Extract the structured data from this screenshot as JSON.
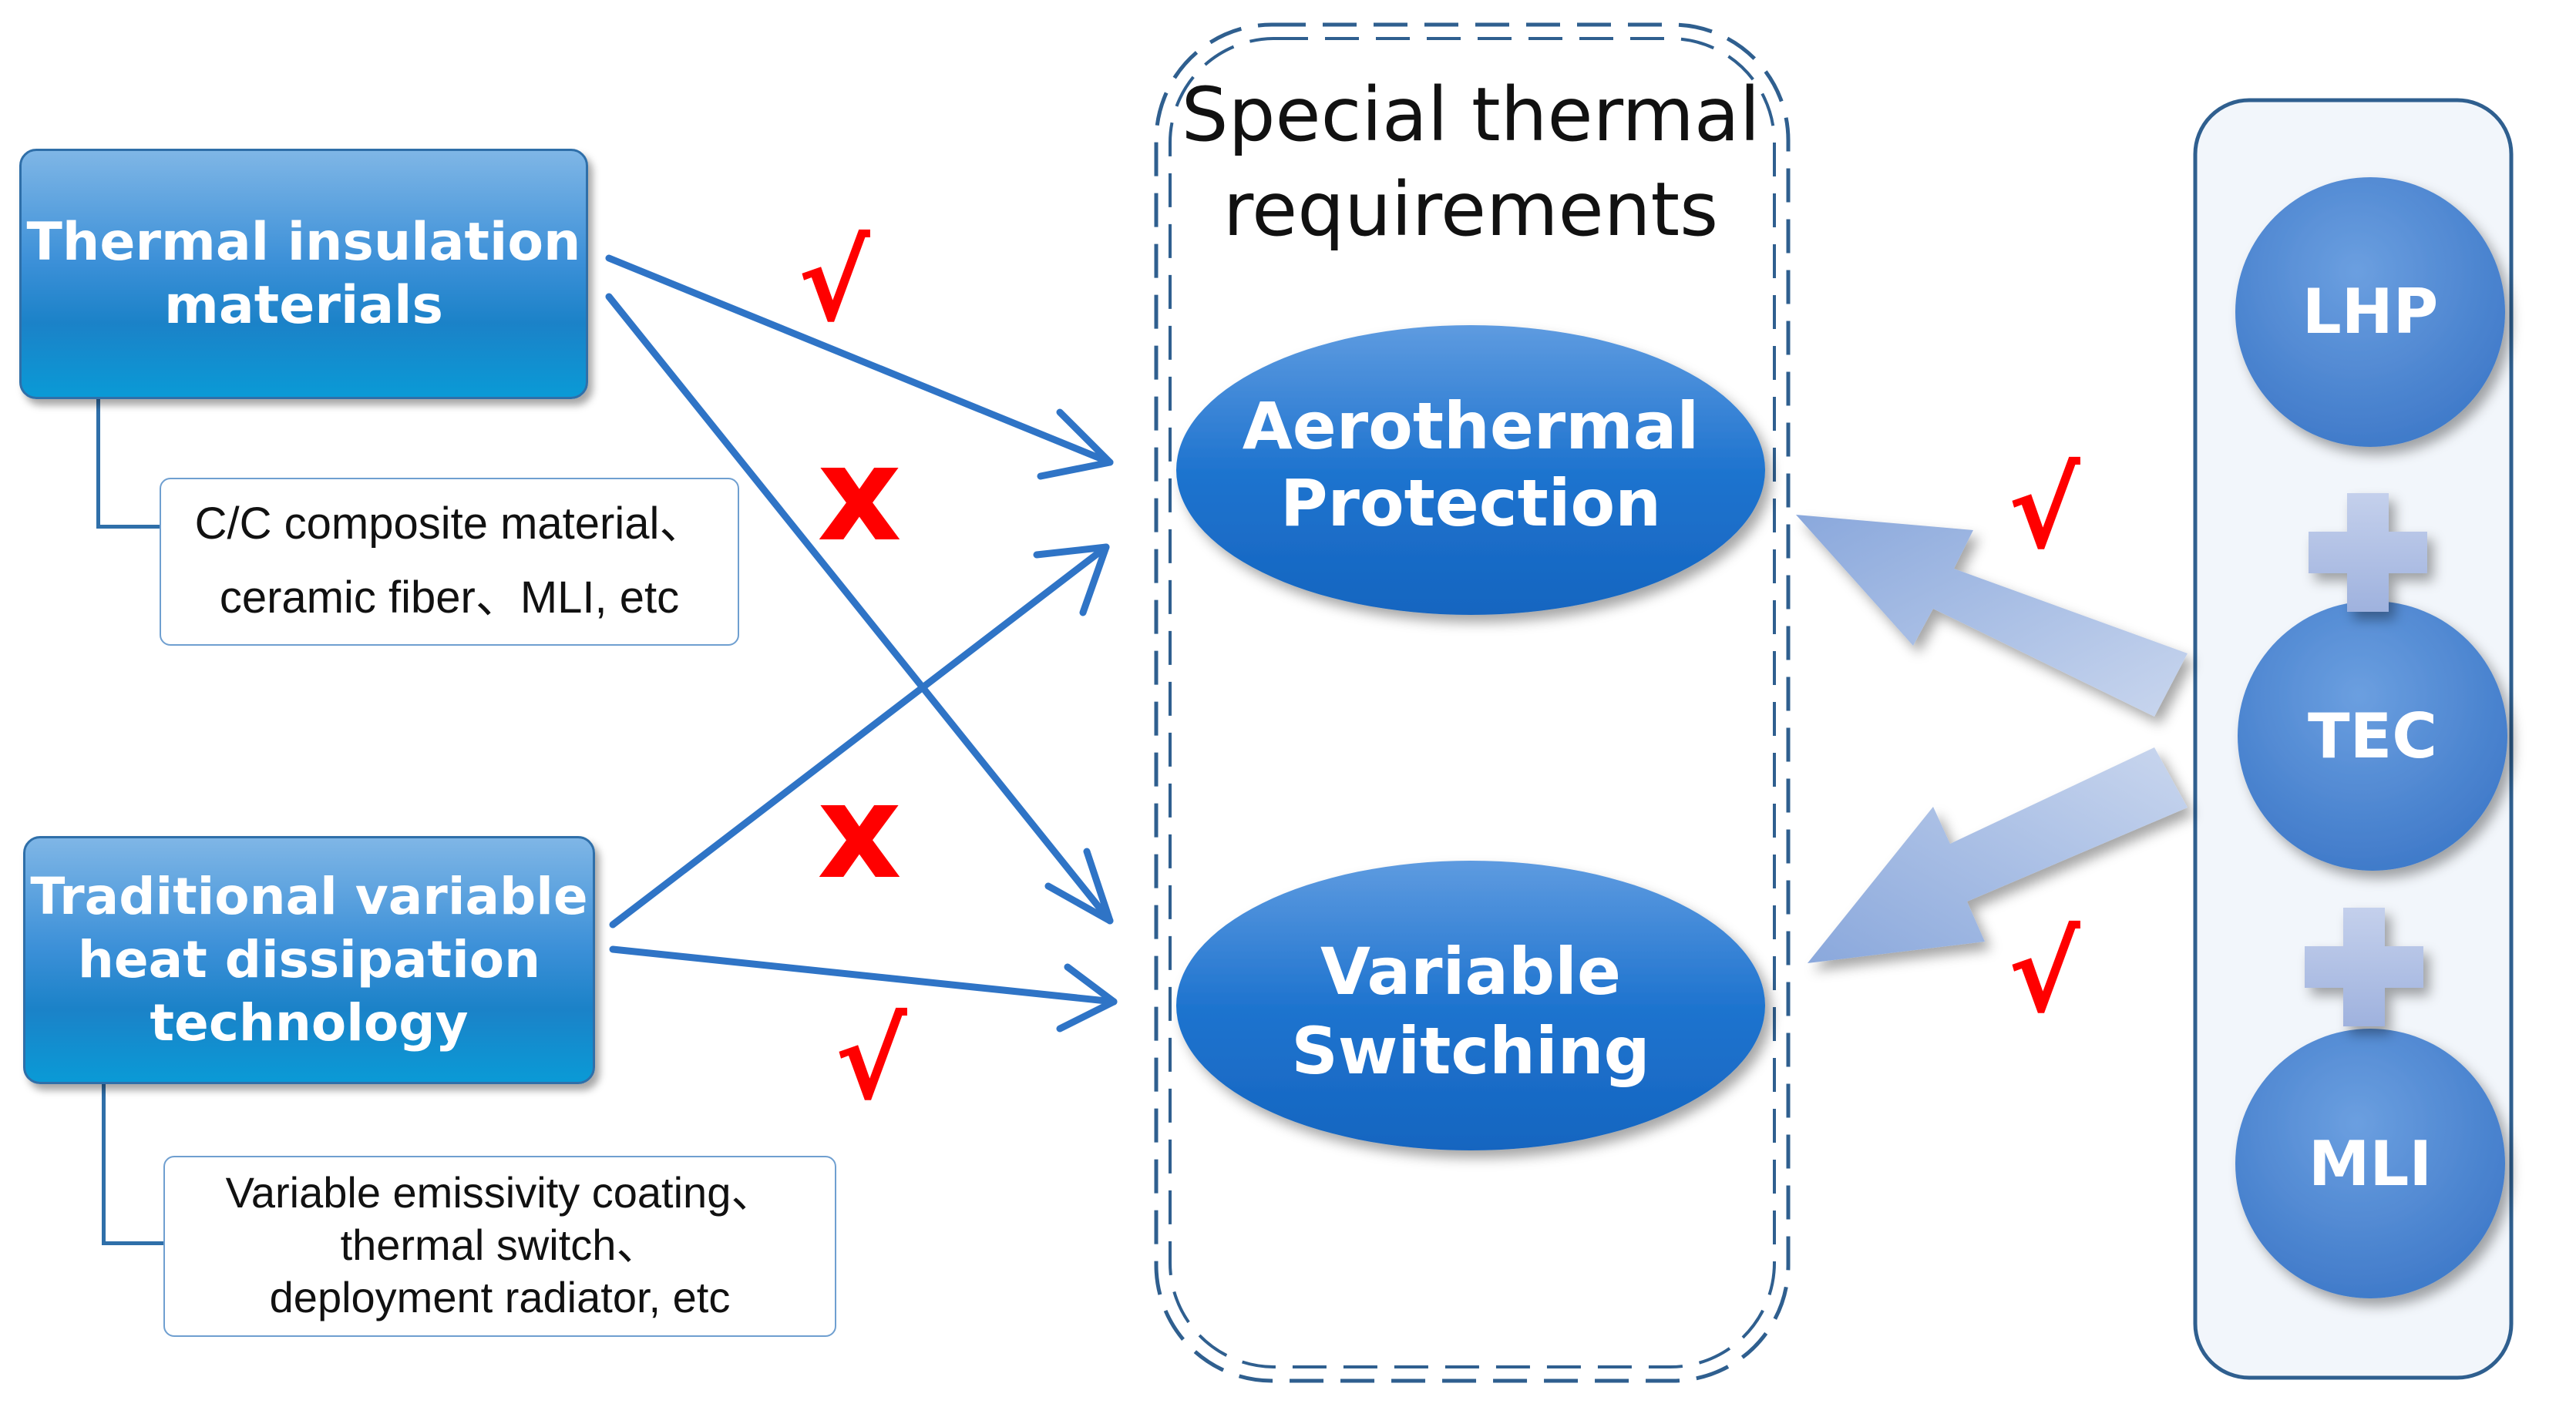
{
  "left_top": {
    "box_lines": [
      "Thermal insulation",
      "materials"
    ],
    "note_lines": [
      "C/C composite material、",
      "ceramic fiber、MLI, etc"
    ]
  },
  "left_bottom": {
    "box_lines": [
      "Traditional variable",
      "heat dissipation",
      "technology"
    ],
    "note_lines": [
      "Variable emissivity coating、",
      "thermal switch、",
      "deployment radiator, etc"
    ]
  },
  "center": {
    "title_lines": [
      "Special thermal",
      "requirements"
    ],
    "ellipse_top_lines": [
      "Aerothermal",
      "Protection"
    ],
    "ellipse_bottom_lines": [
      "Variable",
      "Switching"
    ]
  },
  "right": {
    "circles": [
      "LHP",
      "TEC",
      "MLI"
    ],
    "plus": "+"
  },
  "marks": {
    "check": "√",
    "cross": "x"
  },
  "colors": {
    "arrow_blue": "#2f74c6",
    "mark_red": "#ff0000",
    "box_blue": "#1b82c8",
    "circle_blue": "#4a84d2",
    "wide_arrow": "#a4b8e0"
  }
}
